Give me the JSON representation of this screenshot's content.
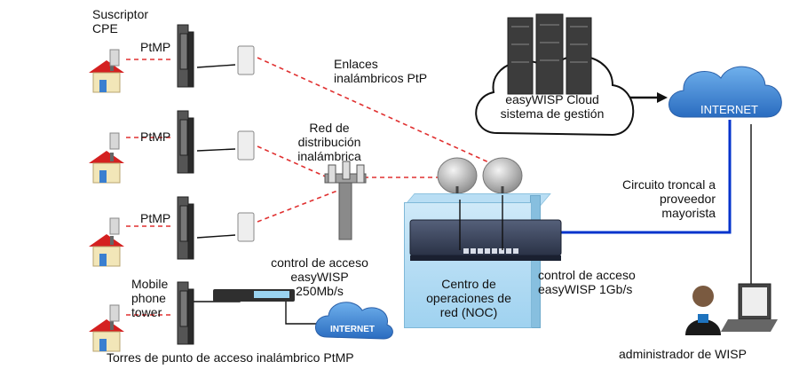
{
  "labels": {
    "suscriptor_cpe": "Suscriptor\nCPE",
    "ptmp_1": "PtMP",
    "ptmp_2": "PtMP",
    "ptmp_3": "PtMP",
    "enlaces": "Enlaces\ninalámbricos PtP",
    "red_distribucion": "Red de\ndistribución\ninalámbrica",
    "cloud": "easyWISP Cloud\nsistema de gestión",
    "internet_main": "INTERNET",
    "internet_small": "INTERNET",
    "circuito": "Circuito troncal a\nproveedor\nmayorista",
    "mobile": "Mobile\nphone\ntower",
    "control_250": "control de acceso\neasyWISP\n250Mb/s",
    "noc": "Centro de\noperaciones de\nred (NOC)",
    "control_1g": "control de acceso\neasyWISP 1Gb/s",
    "torres": "Torres de punto de acceso inalámbrico PtMP",
    "admin": "administrador de WISP"
  },
  "colors": {
    "wireless_link": "#e03030",
    "backhaul": "#0033cc",
    "wire": "#111111",
    "house_roof": "#d42020",
    "house_wall": "#f2e6b8",
    "cloud_fill": "#3a7fd0",
    "noc_fill": "#a8d6f2"
  }
}
